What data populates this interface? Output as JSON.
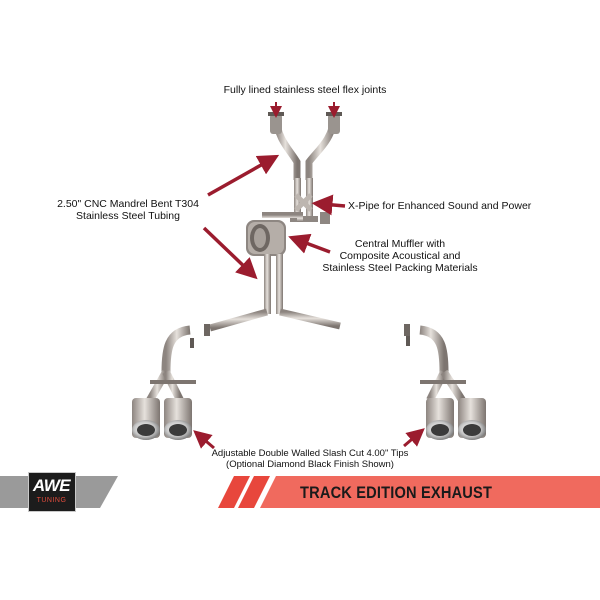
{
  "callouts": {
    "flex_joints": [
      "Fully lined stainless steel flex joints"
    ],
    "tubing": [
      "2.50\" CNC Mandrel Bent T304",
      "Stainless Steel Tubing"
    ],
    "xpipe": [
      "X-Pipe for Enhanced Sound and Power"
    ],
    "muffler": [
      "Central Muffler with",
      "Composite Acoustical and",
      "Stainless Steel Packing Materials"
    ],
    "tips": [
      "Adjustable Double Walled Slash Cut 4.00\" Tips",
      "(Optional Diamond Black Finish Shown)"
    ]
  },
  "banner": {
    "title": "TRACK EDITION EXHAUST"
  },
  "logo": {
    "word": "AWE",
    "sub": "TUNING"
  },
  "colors": {
    "arrow": "#9b1c2e",
    "banner": "#f06a5e",
    "banner_stripe": "#e8473c",
    "grey_band": "#9a9a9a",
    "pipe": "#b9b2ad"
  }
}
